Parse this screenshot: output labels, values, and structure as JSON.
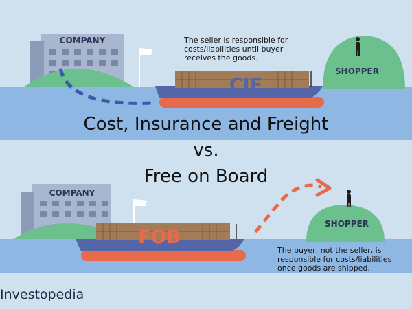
{
  "colors": {
    "background": "#cfe0ef",
    "water": "#8fb7e3",
    "island": "#6cc08e",
    "building": "#8c9bb8",
    "hull_blue": "#5466a8",
    "hull_orange": "#e86a4c",
    "cargo": "#a37b57",
    "route_dash_blue": "#3c5aa8",
    "route_dash_orange": "#e86a4c"
  },
  "top_scene": {
    "company_label": "COMPANY",
    "shopper_label": "SHOPPER",
    "ship_label": "CIF",
    "note": "The seller is responsible for costs/liabilities until buyer receives the goods."
  },
  "titles": {
    "line1": "Cost, Insurance and Freight",
    "line2": "vs.",
    "line3": "Free on Board"
  },
  "bottom_scene": {
    "company_label": "COMPANY",
    "shopper_label": "SHOPPER",
    "ship_label": "FOB",
    "note": "The buyer, not the seller, is responsible for costs/liabilities once goods are shipped."
  },
  "brand": "Investopedia"
}
